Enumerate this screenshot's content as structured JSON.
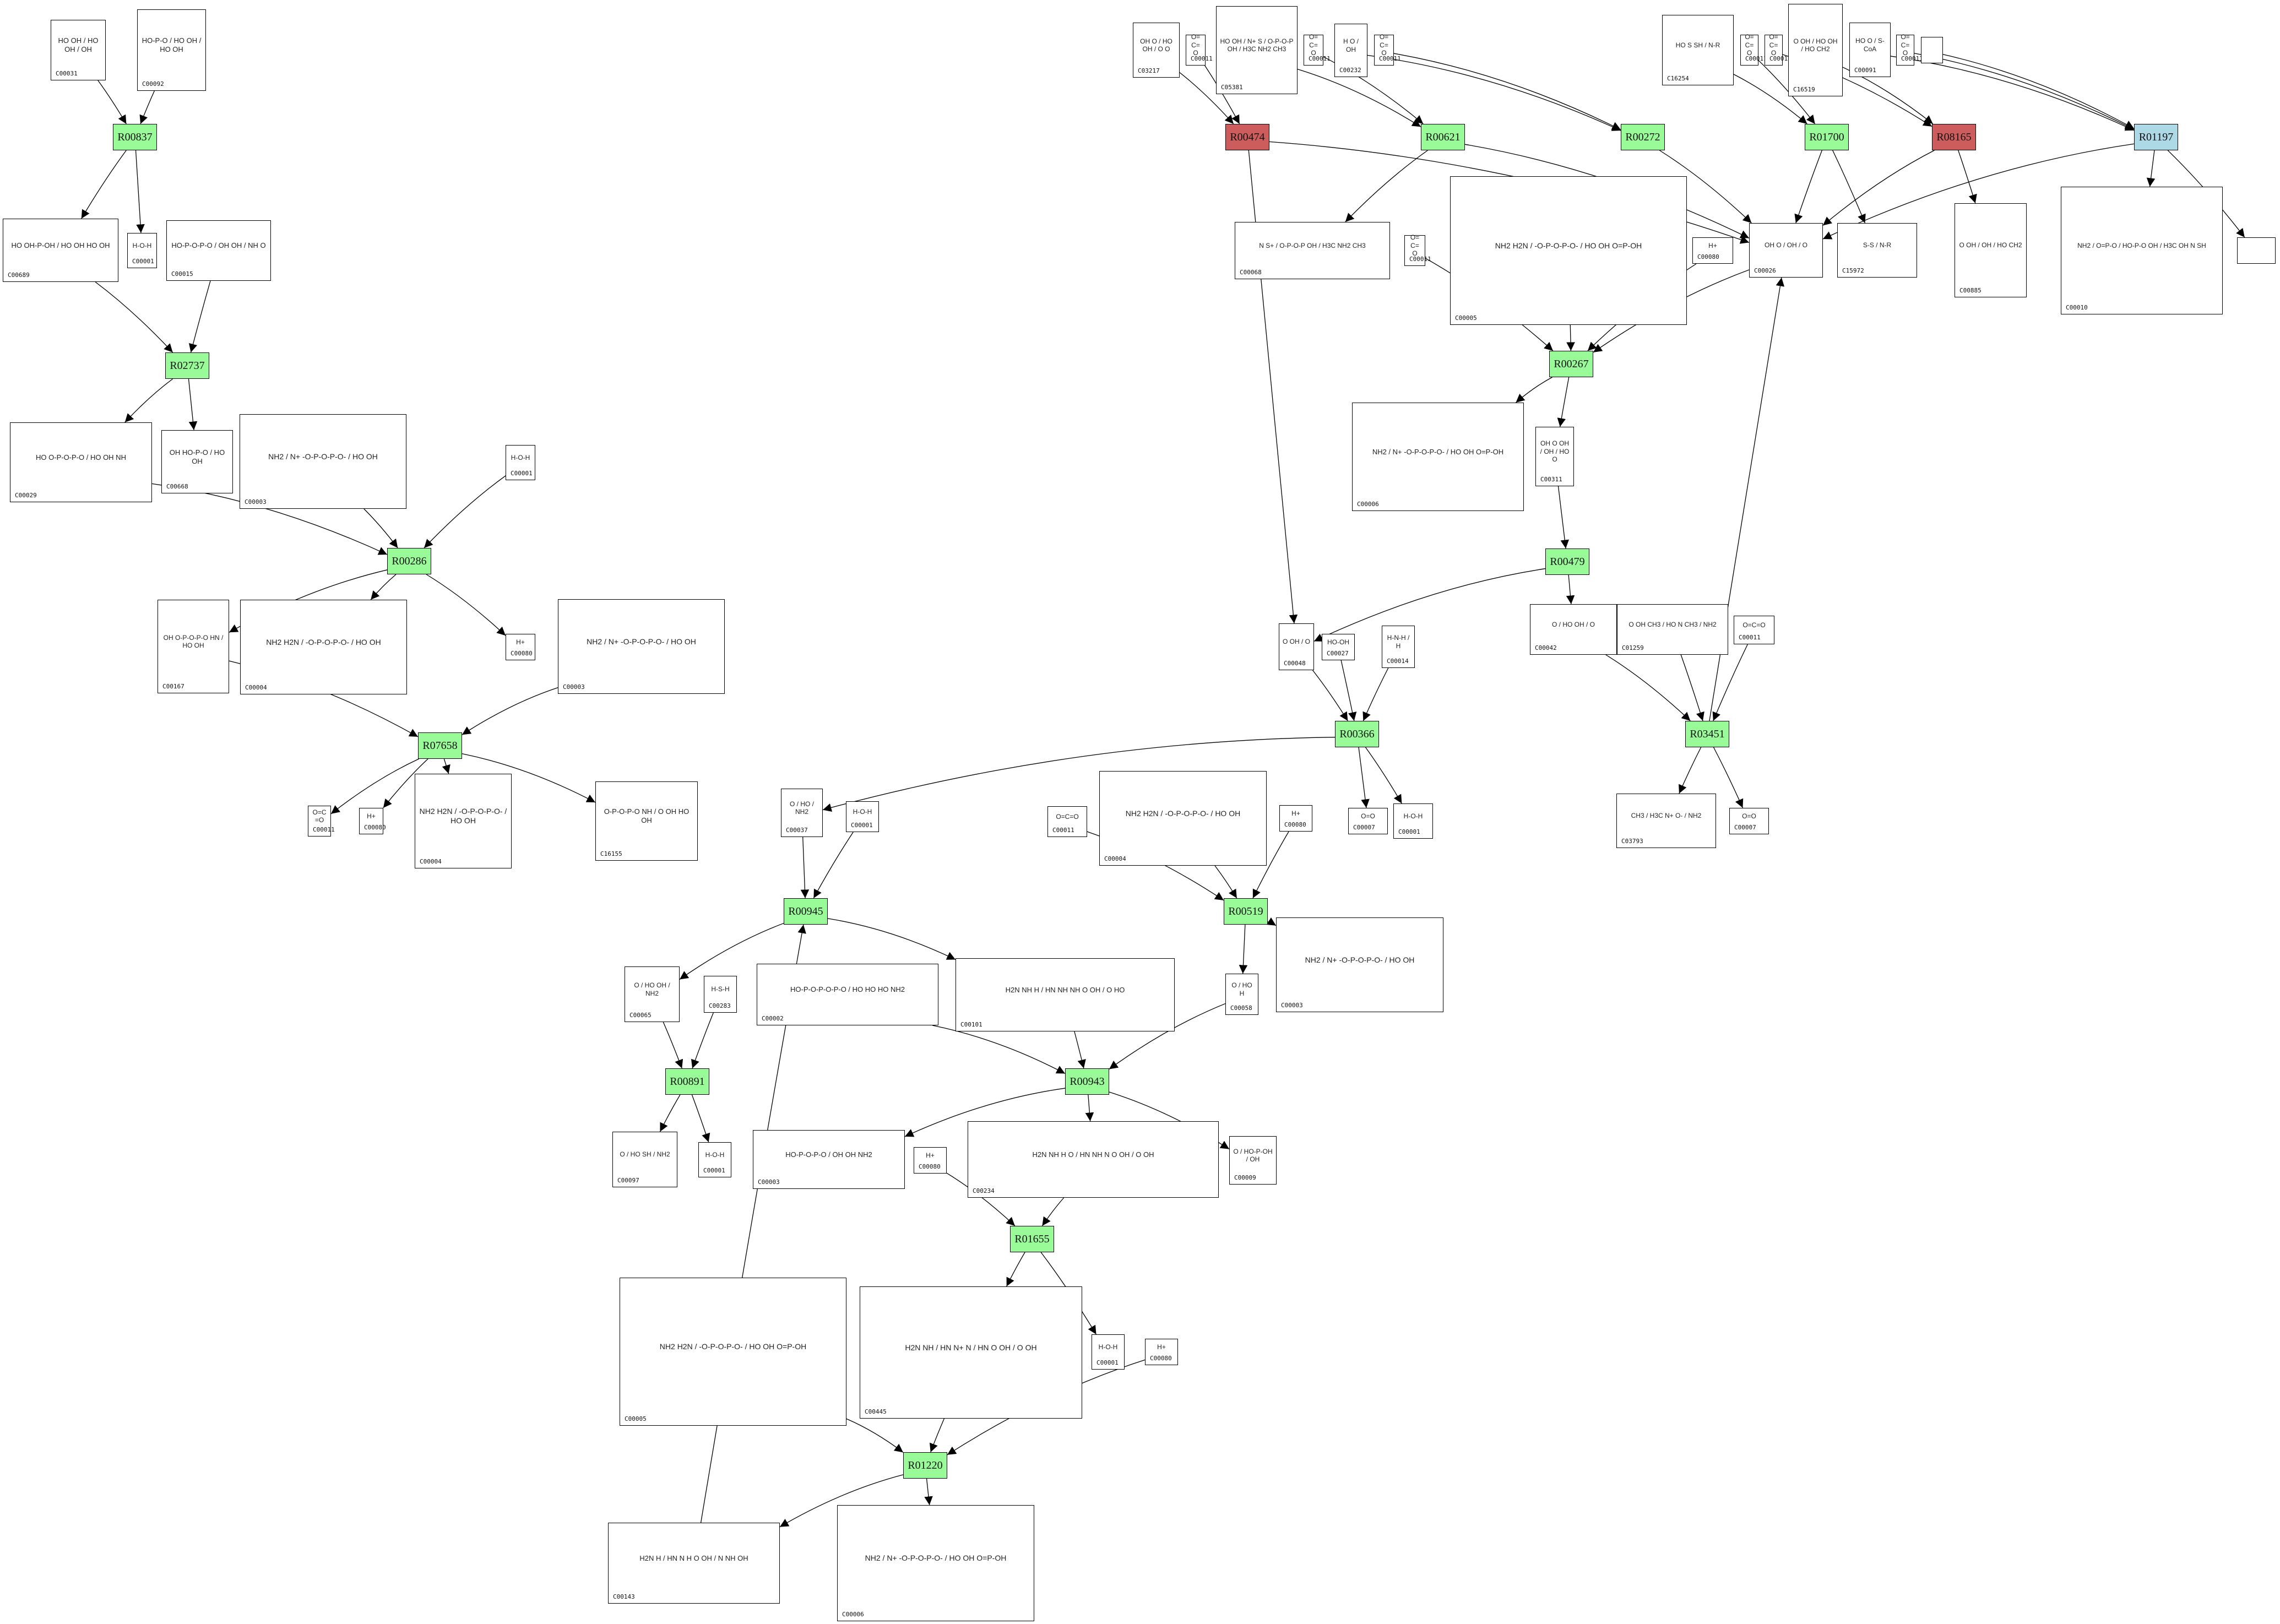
{
  "colors": {
    "reaction_default": "#98fb98",
    "reaction_red": "#cd5c5c",
    "reaction_blue": "#add8e6",
    "edge": "#000000",
    "compound_border": "#000000"
  },
  "reactions": [
    {
      "id": "r00837",
      "label": "R00837",
      "color": "reaction_default"
    },
    {
      "id": "r02737",
      "label": "R02737",
      "color": "reaction_default"
    },
    {
      "id": "r00286",
      "label": "R00286",
      "color": "reaction_default"
    },
    {
      "id": "r07658",
      "label": "R07658",
      "color": "reaction_default"
    },
    {
      "id": "r00474",
      "label": "R00474",
      "color": "reaction_red"
    },
    {
      "id": "r00621",
      "label": "R00621",
      "color": "reaction_default"
    },
    {
      "id": "r00272",
      "label": "R00272",
      "color": "reaction_default"
    },
    {
      "id": "r01700",
      "label": "R01700",
      "color": "reaction_default"
    },
    {
      "id": "r08165",
      "label": "R08165",
      "color": "reaction_red"
    },
    {
      "id": "r01197",
      "label": "R01197",
      "color": "reaction_blue"
    },
    {
      "id": "r00267",
      "label": "R00267",
      "color": "reaction_default"
    },
    {
      "id": "r00479",
      "label": "R00479",
      "color": "reaction_default"
    },
    {
      "id": "r00366",
      "label": "R00366",
      "color": "reaction_default"
    },
    {
      "id": "r03451",
      "label": "R03451",
      "color": "reaction_default"
    },
    {
      "id": "r00945",
      "label": "R00945",
      "color": "reaction_default"
    },
    {
      "id": "r00519",
      "label": "R00519",
      "color": "reaction_default"
    },
    {
      "id": "r00891",
      "label": "R00891",
      "color": "reaction_default"
    },
    {
      "id": "r00943",
      "label": "R00943",
      "color": "reaction_default"
    },
    {
      "id": "r01655",
      "label": "R01655",
      "color": "reaction_default"
    },
    {
      "id": "r01220",
      "label": "R01220",
      "color": "reaction_default"
    }
  ],
  "compounds": [
    {
      "id": "c00031",
      "label": "C00031",
      "formula": "HO OH / HO OH / OH"
    },
    {
      "id": "c00092",
      "label": "C00092",
      "formula": "HO-P-O / HO OH / HO OH"
    },
    {
      "id": "c00689",
      "label": "C00689",
      "formula": "HO OH-P-OH / HO OH HO OH"
    },
    {
      "id": "c00001_a",
      "label": "C00001",
      "formula": "H-O-H"
    },
    {
      "id": "c00015",
      "label": "C00015",
      "formula": "HO-P-O-P-O / OH OH / NH O"
    },
    {
      "id": "c00029",
      "label": "C00029",
      "formula": "HO O-P-O-P-O / HO OH NH"
    },
    {
      "id": "c00668",
      "label": "C00668",
      "formula": "OH HO-P-O / HO OH"
    },
    {
      "id": "c00003_a",
      "label": "C00003",
      "formula": "NH2 / N+ -O-P-O-P-O- / HO OH"
    },
    {
      "id": "c00001_b",
      "label": "C00001",
      "formula": "H-O-H"
    },
    {
      "id": "c00167",
      "label": "C00167",
      "formula": "OH O-P-O-P-O HN / HO OH"
    },
    {
      "id": "c00004_a",
      "label": "C00004",
      "formula": "NH2 H2N / -O-P-O-P-O- / HO OH"
    },
    {
      "id": "c00080_a",
      "label": "C00080",
      "formula": "H+"
    },
    {
      "id": "c00003_b",
      "label": "C00003",
      "formula": "NH2 / N+ -O-P-O-P-O- / HO OH"
    },
    {
      "id": "c00011_a",
      "label": "C00011",
      "formula": "O=C=O"
    },
    {
      "id": "c00080_b",
      "label": "C00080",
      "formula": "H+"
    },
    {
      "id": "c00004_b",
      "label": "C00004",
      "formula": "NH2 H2N / -O-P-O-P-O- / HO OH"
    },
    {
      "id": "c16155",
      "label": "C16155",
      "formula": "O-P-O-P-O NH / O OH HO OH"
    },
    {
      "id": "c03217",
      "label": "C03217",
      "formula": "OH O / HO OH / O O"
    },
    {
      "id": "c00011_b",
      "label": "C00011",
      "formula": "O=C=O"
    },
    {
      "id": "c05381",
      "label": "C05381",
      "formula": "HO OH / N+ S / O-P-O-P OH / H3C NH2 CH3"
    },
    {
      "id": "c00011_c",
      "label": "C00011",
      "formula": "O=C=O"
    },
    {
      "id": "c00232",
      "label": "C00232",
      "formula": "H O / OH"
    },
    {
      "id": "c00011_d",
      "label": "C00011",
      "formula": "O=C=O"
    },
    {
      "id": "c16254",
      "label": "C16254",
      "formula": "HO S SH / N-R"
    },
    {
      "id": "c00011_e",
      "label": "C00011",
      "formula": "O=C=O"
    },
    {
      "id": "c00011_f",
      "label": "C00011",
      "formula": "O=C=O"
    },
    {
      "id": "c16519",
      "label": "C16519",
      "formula": "O OH / HO OH / HO CH2"
    },
    {
      "id": "c00091",
      "label": "C00091",
      "formula": "HO O / S-CoA"
    },
    {
      "id": "c00011_g",
      "label": "C00011",
      "formula": "O=C=O"
    },
    {
      "id": "blank_in",
      "label": "",
      "formula": ""
    },
    {
      "id": "c00068",
      "label": "C00068",
      "formula": "N S+ / O-P-O-P OH / H3C NH2 CH3"
    },
    {
      "id": "c00011_h",
      "label": "C00011",
      "formula": "O=C=O"
    },
    {
      "id": "c00005_a",
      "label": "C00005",
      "formula": "NH2 H2N / -O-P-O-P-O- / HO OH O=P-OH"
    },
    {
      "id": "c00080_c",
      "label": "C00080",
      "formula": "H+"
    },
    {
      "id": "c00026",
      "label": "C00026",
      "formula": "OH O / OH / O"
    },
    {
      "id": "c15972",
      "label": "C15972",
      "formula": "S-S / N-R"
    },
    {
      "id": "c00885",
      "label": "C00885",
      "formula": "O OH / OH / HO CH2"
    },
    {
      "id": "c00010",
      "label": "C00010",
      "formula": "NH2 / O=P-O / HO-P-O OH / H3C OH N SH"
    },
    {
      "id": "blank_out",
      "label": "",
      "formula": ""
    },
    {
      "id": "c00006_a",
      "label": "C00006",
      "formula": "NH2 / N+ -O-P-O-P-O- / HO OH O=P-OH"
    },
    {
      "id": "c00311",
      "label": "C00311",
      "formula": "OH O OH / OH / HO O"
    },
    {
      "id": "c00048",
      "label": "C00048",
      "formula": "O OH / O"
    },
    {
      "id": "c00027",
      "label": "C00027",
      "formula": "HO-OH"
    },
    {
      "id": "c00014",
      "label": "C00014",
      "formula": "H-N-H / H"
    },
    {
      "id": "c00042",
      "label": "C00042",
      "formula": "O / HO OH / O"
    },
    {
      "id": "c01259",
      "label": "C01259",
      "formula": "O OH CH3 / HO N CH3 / NH2"
    },
    {
      "id": "c00011_i",
      "label": "C00011",
      "formula": "O=C=O"
    },
    {
      "id": "c00037",
      "label": "C00037",
      "formula": "O / HO / NH2"
    },
    {
      "id": "c00001_c",
      "label": "C00001",
      "formula": "H-O-H"
    },
    {
      "id": "c00007_a",
      "label": "C00007",
      "formula": "O=O"
    },
    {
      "id": "c00001_d",
      "label": "C00001",
      "formula": "H-O-H"
    },
    {
      "id": "c03793",
      "label": "C03793",
      "formula": "CH3 / H3C N+ O- / NH2"
    },
    {
      "id": "c00007_b",
      "label": "C00007",
      "formula": "O=O"
    },
    {
      "id": "c00011_j",
      "label": "C00011",
      "formula": "O=C=O"
    },
    {
      "id": "c00004_c",
      "label": "C00004",
      "formula": "NH2 H2N / -O-P-O-P-O- / HO OH"
    },
    {
      "id": "c00080_d",
      "label": "C00080",
      "formula": "H+"
    },
    {
      "id": "c00065",
      "label": "C00065",
      "formula": "O / HO OH / NH2"
    },
    {
      "id": "c00283",
      "label": "C00283",
      "formula": "H-S-H"
    },
    {
      "id": "c00002",
      "label": "C00002",
      "formula": "HO-P-O-P-O-P-O / HO HO HO NH2"
    },
    {
      "id": "c00101",
      "label": "C00101",
      "formula": "H2N NH H / HN NH NH O OH / O HO"
    },
    {
      "id": "c00058",
      "label": "C00058",
      "formula": "O / HO H"
    },
    {
      "id": "c00003_c",
      "label": "C00003",
      "formula": "NH2 / N+ -O-P-O-P-O- / HO OH"
    },
    {
      "id": "c00097",
      "label": "C00097",
      "formula": "O / HO SH / NH2"
    },
    {
      "id": "c00001_e",
      "label": "C00001",
      "formula": "H-O-H"
    },
    {
      "id": "c00008",
      "label": "C00003",
      "formula": "HO-P-O-P-O / OH OH NH2"
    },
    {
      "id": "c00234",
      "label": "C00234",
      "formula": "H2N NH H O / HN NH N O OH / O OH"
    },
    {
      "id": "c00009",
      "label": "C00009",
      "formula": "O / HO-P-OH / OH"
    },
    {
      "id": "c00080_e",
      "label": "C00080",
      "formula": "H+"
    },
    {
      "id": "c00005_b",
      "label": "C00005",
      "formula": "NH2 H2N / -O-P-O-P-O- / HO OH O=P-OH"
    },
    {
      "id": "c00445",
      "label": "C00445",
      "formula": "H2N NH / HN N+ N / HN O OH / O OH"
    },
    {
      "id": "c00001_f",
      "label": "C00001",
      "formula": "H-O-H"
    },
    {
      "id": "c00080_f",
      "label": "C00080",
      "formula": "H+"
    },
    {
      "id": "c00143",
      "label": "C00143",
      "formula": "H2N H / HN N H O OH / N NH OH"
    },
    {
      "id": "c00006_b",
      "label": "C00006",
      "formula": "NH2 / N+ -O-P-O-P-O- / HO OH O=P-OH"
    }
  ],
  "edges": [
    [
      "c00031",
      "r00837"
    ],
    [
      "c00092",
      "r00837"
    ],
    [
      "r00837",
      "c00689"
    ],
    [
      "r00837",
      "c00001_a"
    ],
    [
      "c00689",
      "r02737"
    ],
    [
      "c00015",
      "r02737"
    ],
    [
      "r02737",
      "c00029"
    ],
    [
      "r02737",
      "c00668"
    ],
    [
      "c00029",
      "r00286"
    ],
    [
      "c00003_a",
      "r00286"
    ],
    [
      "c00001_b",
      "r00286"
    ],
    [
      "r00286",
      "c00167"
    ],
    [
      "r00286",
      "c00004_a"
    ],
    [
      "r00286",
      "c00080_a"
    ],
    [
      "c00167",
      "r07658"
    ],
    [
      "c00003_b",
      "r07658"
    ],
    [
      "r07658",
      "c00011_a"
    ],
    [
      "r07658",
      "c00080_b"
    ],
    [
      "r07658",
      "c00004_b"
    ],
    [
      "r07658",
      "c16155"
    ],
    [
      "c03217",
      "r00474"
    ],
    [
      "c00011_b",
      "r00474"
    ],
    [
      "r00474",
      "c00026"
    ],
    [
      "r00474",
      "c00048"
    ],
    [
      "c05381",
      "r00621"
    ],
    [
      "c00011_c",
      "r00621"
    ],
    [
      "r00621",
      "c00068"
    ],
    [
      "r00621",
      "c00026"
    ],
    [
      "c00232",
      "r00272"
    ],
    [
      "c00011_d",
      "r00272"
    ],
    [
      "r00272",
      "c00026"
    ],
    [
      "c16254",
      "r01700"
    ],
    [
      "c00011_e",
      "r01700"
    ],
    [
      "r01700",
      "c00026"
    ],
    [
      "r01700",
      "c15972"
    ],
    [
      "c00011_f",
      "r08165"
    ],
    [
      "c16519",
      "r08165"
    ],
    [
      "r08165",
      "c00026"
    ],
    [
      "r08165",
      "c00885"
    ],
    [
      "c00091",
      "r01197"
    ],
    [
      "c00011_g",
      "r01197"
    ],
    [
      "blank_in",
      "r01197"
    ],
    [
      "r01197",
      "c00026"
    ],
    [
      "r01197",
      "c00010"
    ],
    [
      "r01197",
      "blank_out"
    ],
    [
      "c00011_h",
      "r00267"
    ],
    [
      "c00005_a",
      "r00267"
    ],
    [
      "c00080_c",
      "r00267"
    ],
    [
      "c00026",
      "r00267"
    ],
    [
      "r00267",
      "c00006_a"
    ],
    [
      "r00267",
      "c00311"
    ],
    [
      "c00311",
      "r00479"
    ],
    [
      "r00479",
      "c00048"
    ],
    [
      "r00479",
      "c00042"
    ],
    [
      "c00048",
      "r00366"
    ],
    [
      "c00027",
      "r00366"
    ],
    [
      "c00014",
      "r00366"
    ],
    [
      "r00366",
      "c00037"
    ],
    [
      "r00366",
      "c00007_a"
    ],
    [
      "r00366",
      "c00001_c"
    ],
    [
      "c00042",
      "r03451"
    ],
    [
      "c01259",
      "r03451"
    ],
    [
      "c00011_i",
      "r03451"
    ],
    [
      "r03451",
      "c03793"
    ],
    [
      "r03451",
      "c00007_b"
    ],
    [
      "r03451",
      "c00026"
    ],
    [
      "c00037",
      "r00945"
    ],
    [
      "c00001_d",
      "r00945"
    ],
    [
      "c00143",
      "r00945"
    ],
    [
      "r00945",
      "c00065"
    ],
    [
      "r00945",
      "c00101"
    ],
    [
      "c00011_j",
      "r00519"
    ],
    [
      "c00004_c",
      "r00519"
    ],
    [
      "c00080_d",
      "r00519"
    ],
    [
      "r00519",
      "c00058"
    ],
    [
      "r00519",
      "c00003_c"
    ],
    [
      "c00065",
      "r00891"
    ],
    [
      "c00283",
      "r00891"
    ],
    [
      "r00891",
      "c00097"
    ],
    [
      "r00891",
      "c00001_e"
    ],
    [
      "c00002",
      "r00943"
    ],
    [
      "c00101",
      "r00943"
    ],
    [
      "c00058",
      "r00943"
    ],
    [
      "r00943",
      "c00008"
    ],
    [
      "r00943",
      "c00234"
    ],
    [
      "r00943",
      "c00009"
    ],
    [
      "c00080_e",
      "r01655"
    ],
    [
      "c00234",
      "r01655"
    ],
    [
      "r01655",
      "c00445"
    ],
    [
      "r01655",
      "c00001_f"
    ],
    [
      "c00005_b",
      "r01220"
    ],
    [
      "c00445",
      "r01220"
    ],
    [
      "c00080_f",
      "r01220"
    ],
    [
      "r01220",
      "c00143"
    ],
    [
      "r01220",
      "c00006_b"
    ]
  ]
}
